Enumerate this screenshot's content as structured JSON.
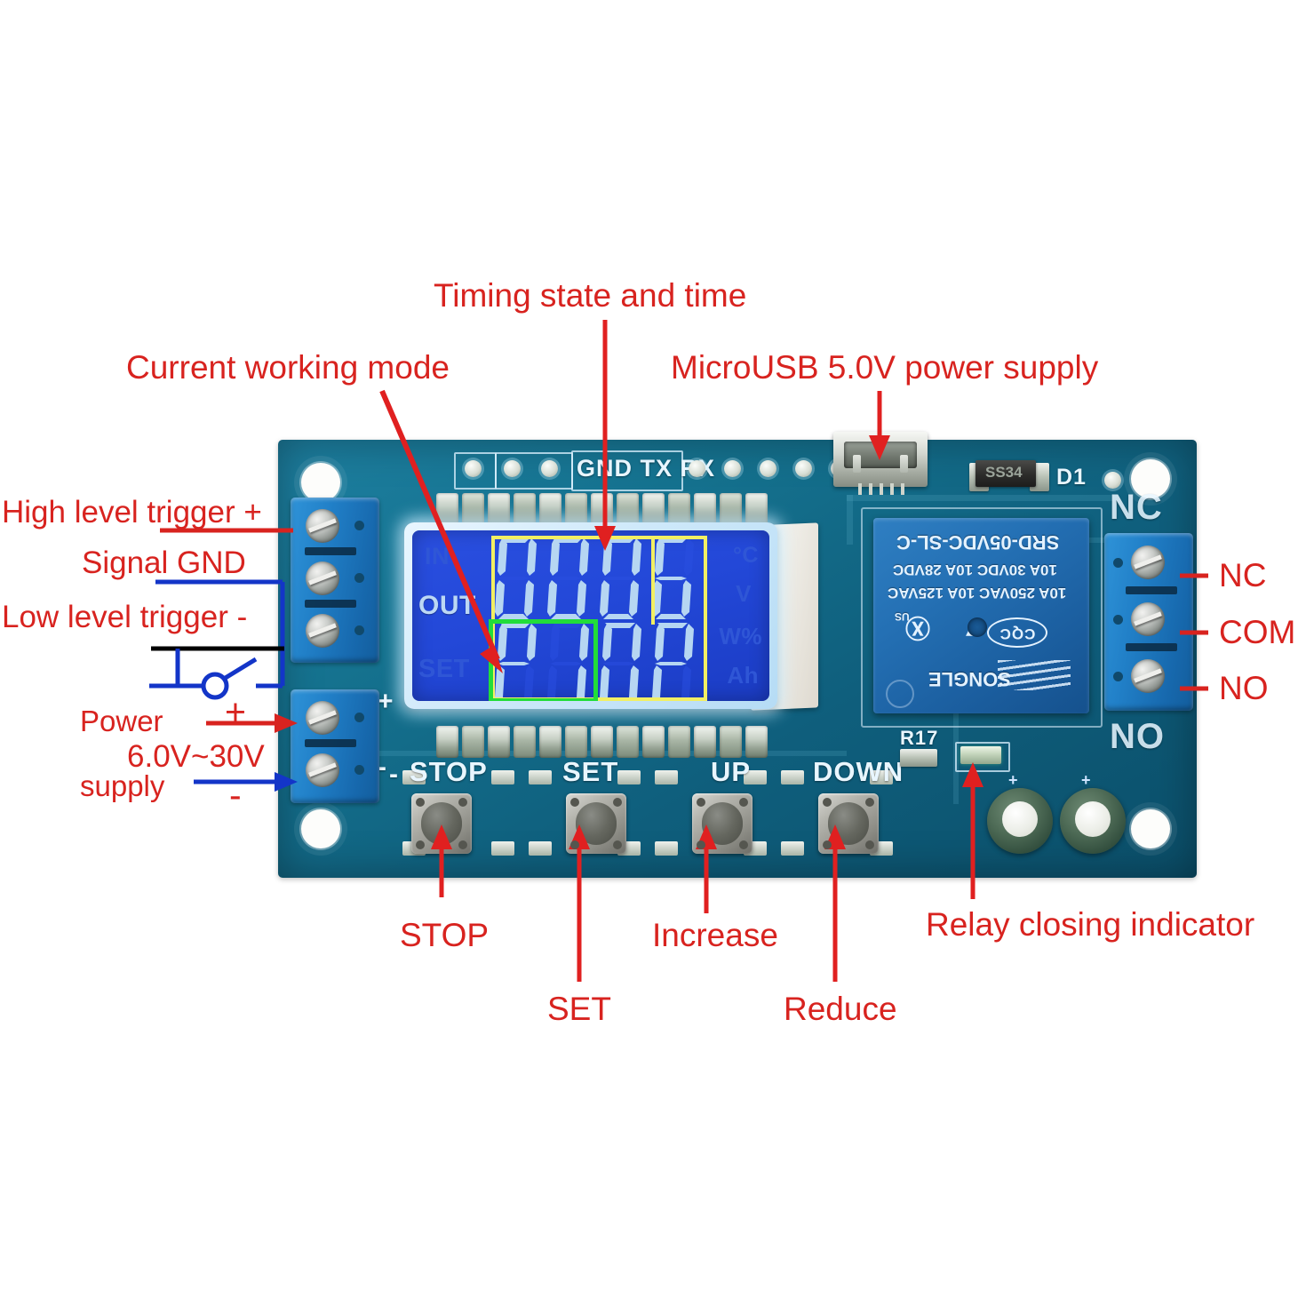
{
  "annotations": {
    "timing_state": "Timing state and time",
    "working_mode": "Current working mode",
    "microusb": "MicroUSB 5.0V power supply",
    "high_trigger": "High level  trigger +",
    "signal_gnd": "Signal GND",
    "low_trigger": "Low level  trigger -",
    "power": "Power",
    "voltage_range": "6.0V~30V",
    "supply": "supply",
    "plus": "+",
    "minus": "-",
    "nc": "NC",
    "com": "COM",
    "no": "NO",
    "stop": "STOP",
    "set": "SET",
    "increase": "Increase",
    "reduce": "Reduce",
    "relay_indicator": "Relay closing indicator"
  },
  "board": {
    "silkscreen": {
      "gnd_tx_rx": "GND TX RX",
      "d1": "D1",
      "r17": "R17",
      "nc_top": "NC",
      "no_bottom": "NO",
      "minus_sign": "-",
      "plus_sign": "+"
    },
    "buttons": [
      {
        "label": "STOP"
      },
      {
        "label": "SET"
      },
      {
        "label": "UP"
      },
      {
        "label": "DOWN"
      }
    ],
    "diode": {
      "marking": "SS34"
    },
    "relay": {
      "part": "SRD-05VDC-SL-C",
      "rating_dc": "10A 30VDC   10A 28VDC",
      "rating_ac": "10A 250VAC   10A 125VAC",
      "brand": "SONGLE",
      "cert_ul": "US",
      "cert_cqc": "CQC"
    },
    "capacitors": [
      {
        "mark": "+"
      },
      {
        "mark": "+"
      }
    ]
  },
  "lcd": {
    "top_value": "0006",
    "bottom_mode": "P1",
    "bottom_value": "0P",
    "labels_left": [
      "IN",
      "OUT",
      "SET"
    ],
    "labels_right": [
      "°C",
      "V",
      "W%",
      "Ah"
    ],
    "active_left_label": "OUT",
    "highlight_colors": {
      "time": "#f2ef63",
      "mode": "#22dd3a"
    }
  },
  "colors": {
    "annotation_red": "#d8231f",
    "leader_red": "#e02020",
    "wire_blue": "#1335c8",
    "wire_black": "#000000",
    "pcb_teal": "#15728f",
    "lcd_blue": "#2348d8",
    "terminal_blue": "#2180c8"
  }
}
